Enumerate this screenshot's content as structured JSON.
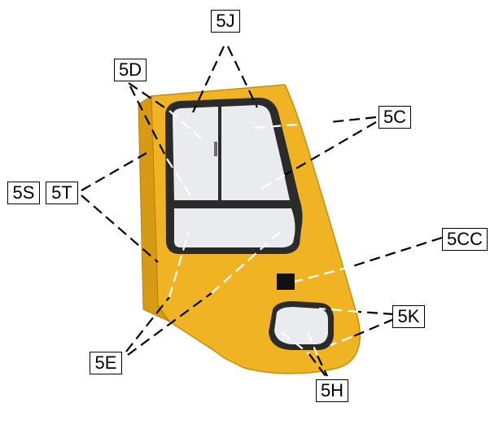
{
  "labels": {
    "5J": "5J",
    "5D": "5D",
    "5C": "5C",
    "5S": "5S",
    "5T": "5T",
    "5CC": "5CC",
    "5K": "5K",
    "5E": "5E",
    "5H": "5H"
  },
  "colors": {
    "door_body": "#f0b323",
    "door_shadow": "#d79a14",
    "frame": "#2b2b2b",
    "glass": "#e9ebee",
    "leader_line": "#000000",
    "leader_line_on_part": "#ffffff",
    "vent": "#111111"
  }
}
